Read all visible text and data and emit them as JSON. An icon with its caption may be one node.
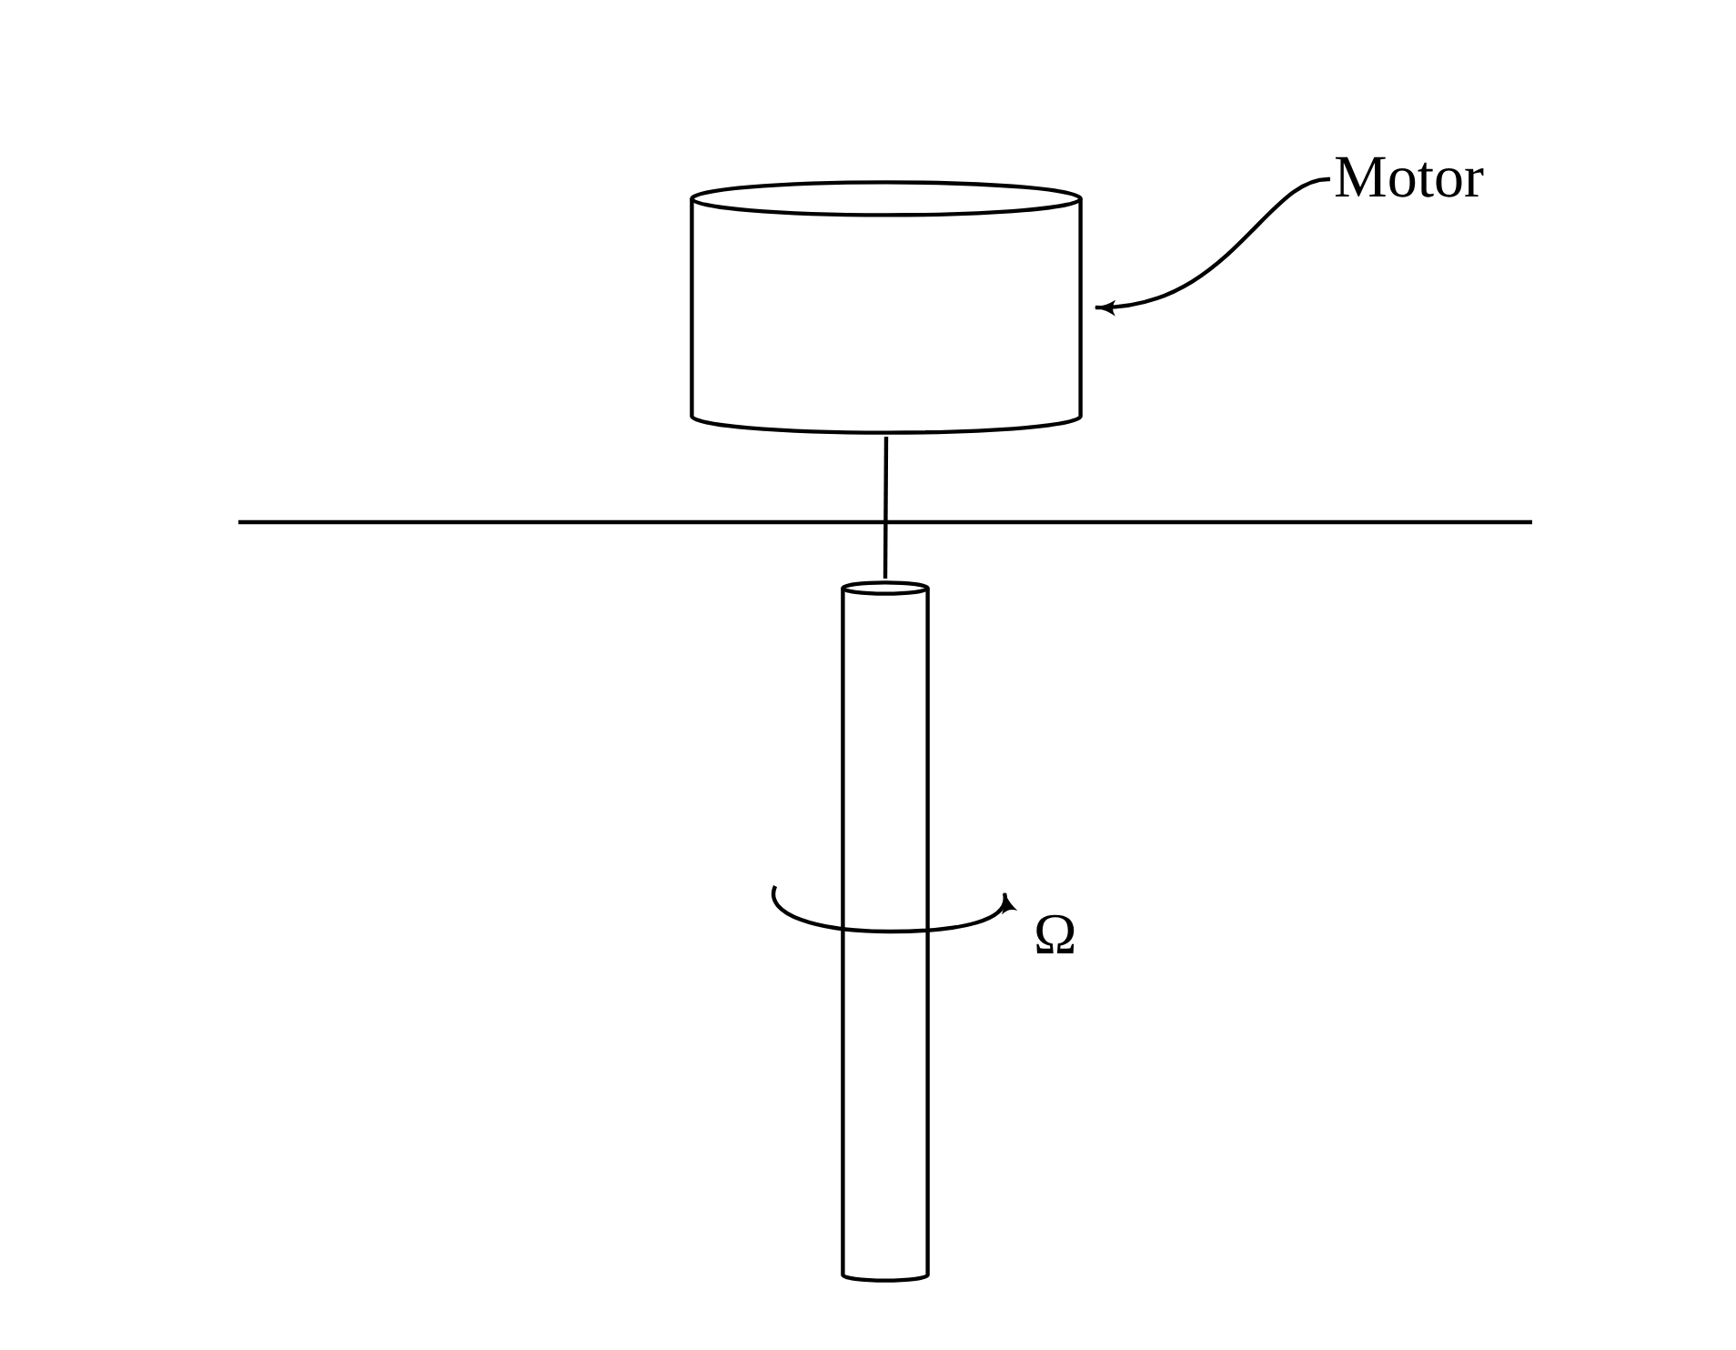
{
  "diagram": {
    "nodes": [
      {
        "text": [
          "Motor"
        ]
      },
      {
        "text": [],
        "shape": "cylinder"
      },
      {
        "text": [],
        "shape": "cylinder"
      }
    ],
    "edges": [
      {
        "from": 0,
        "to": 1,
        "arrow": "to"
      },
      {
        "from": 1,
        "to": 2,
        "arrow": "none"
      }
    ],
    "labels": [
      "Ω"
    ]
  }
}
